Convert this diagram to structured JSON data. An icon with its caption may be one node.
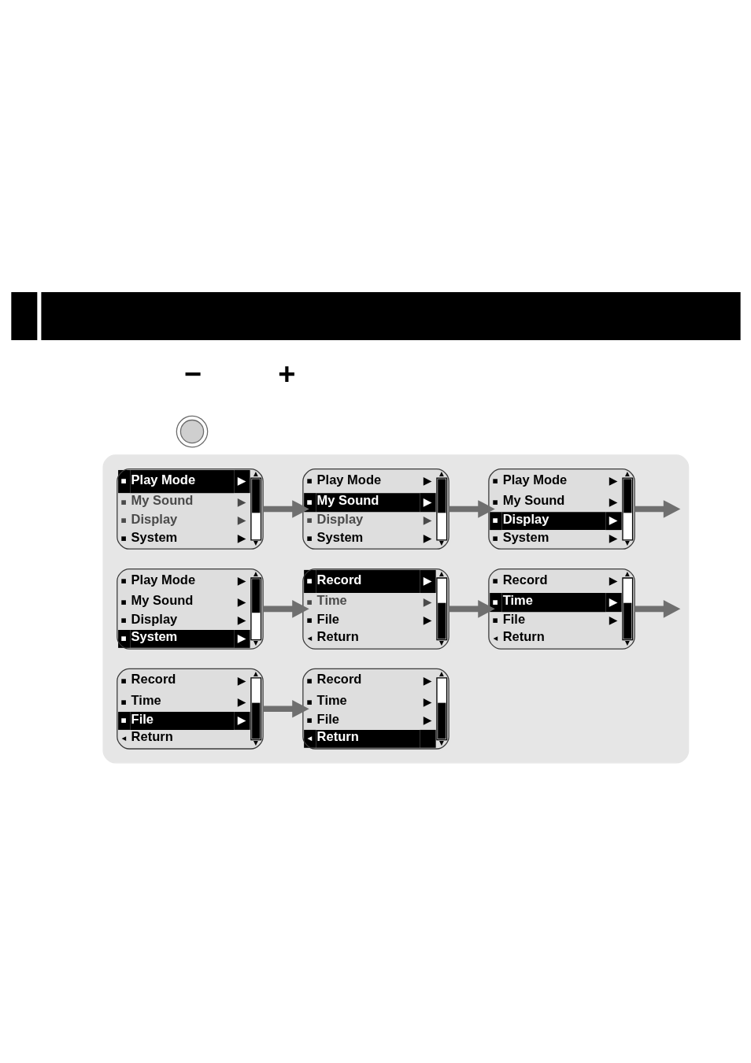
{
  "diagram": {
    "nodes": [
      {
        "text": [],
        "shape": "bar"
      },
      {
        "text": [],
        "shape": "picture"
      },
      {
        "text": [],
        "shape": "box"
      },
      {
        "text": [
          "▪",
          "Play Mode",
          "▶",
          "▪",
          "My Sound",
          "▶",
          "▪",
          "Display",
          "▶",
          "▪",
          "System",
          "▶",
          "▲",
          "▼"
        ],
        "in": 2
      },
      {
        "text": [
          "▪",
          "Play Mode",
          "▶",
          "▪",
          "My Sound",
          "▶",
          "▪",
          "Display",
          "▶",
          "▪",
          "System",
          "▶",
          "▲",
          "▼"
        ],
        "in": 2
      },
      {
        "text": [
          "▪",
          "Play Mode",
          "▶",
          "▪",
          "My Sound",
          "▶",
          "▪",
          "Display",
          "▶",
          "▪",
          "System",
          "▶",
          "▲",
          "▼"
        ],
        "in": 2
      },
      {
        "text": [
          "▪",
          "Play Mode",
          "▶",
          "▪",
          "My Sound",
          "▶",
          "▪",
          "Display",
          "▶",
          "▪",
          "System",
          "▶",
          "▲",
          "▼"
        ],
        "in": 2
      },
      {
        "text": [
          "▪",
          "Record",
          "▶",
          "▪",
          "Time",
          "▶",
          "▪",
          "File",
          "▶",
          "◂",
          "Return",
          "▲",
          "▼"
        ],
        "in": 2
      },
      {
        "text": [
          "▪",
          "Record",
          "▶",
          "▪",
          "Time",
          "▶",
          "▪",
          "File",
          "▶",
          "◂",
          "Return",
          "▲",
          "▼"
        ],
        "in": 2
      },
      {
        "text": [
          "▪",
          "Record",
          "▶",
          "▪",
          "Time",
          "▶",
          "▪",
          "File",
          "▶",
          "◂",
          "Return",
          "▲",
          "▼"
        ],
        "in": 2
      },
      {
        "text": [
          "▪",
          "Record",
          "▶",
          "▪",
          "Time",
          "▶",
          "▪",
          "File",
          "▶",
          "◂",
          "Return",
          "▲",
          "▼"
        ],
        "in": 2
      }
    ],
    "edges": [
      {
        "from": 3,
        "to": 4,
        "arrow": "to"
      },
      {
        "from": 4,
        "to": 5,
        "arrow": "to"
      },
      {
        "from": 5,
        "to": null,
        "arrow": "to"
      },
      {
        "from": 6,
        "to": 7,
        "arrow": "to"
      },
      {
        "from": 7,
        "to": 8,
        "arrow": "to"
      },
      {
        "from": 8,
        "to": null,
        "arrow": "to"
      },
      {
        "from": 9,
        "to": 10,
        "arrow": "to"
      }
    ],
    "labels": [
      "−",
      "+"
    ]
  }
}
